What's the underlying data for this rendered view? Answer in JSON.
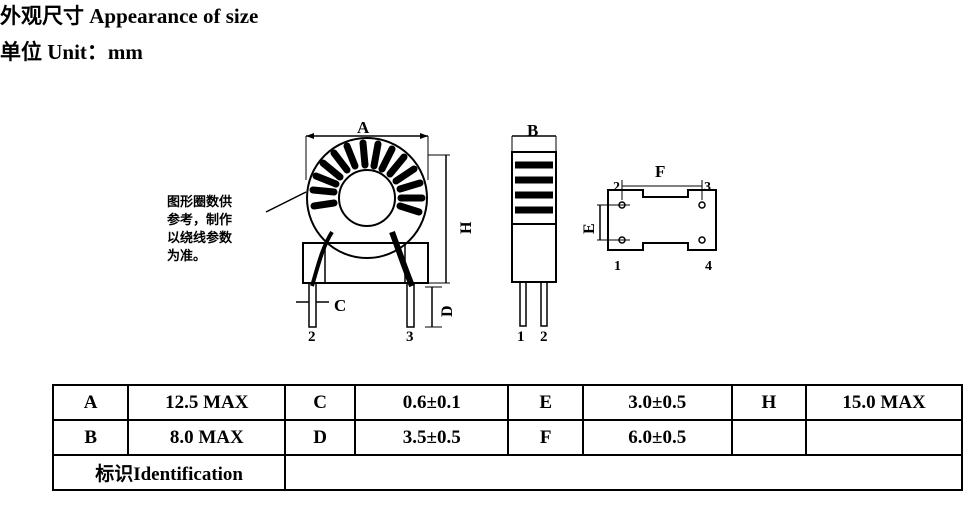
{
  "header": {
    "title": "外观尺寸 Appearance of size",
    "unit": "单位 Unit：mm"
  },
  "drawing": {
    "note_lines": [
      "图形圈数供",
      "参考，制作",
      "以绕线参数",
      "为准。"
    ],
    "dim_labels": {
      "A": "A",
      "B": "B",
      "C": "C",
      "D": "D",
      "E": "E",
      "F": "F",
      "H": "H"
    },
    "pins_front": [
      "2",
      "3"
    ],
    "pins_side": [
      "1",
      "2"
    ],
    "pins_bottom": [
      "2",
      "3",
      "1",
      "4"
    ]
  },
  "spec_table": {
    "row1": [
      "A",
      "12.5 MAX",
      "C",
      "0.6±0.1",
      "E",
      "3.0±0.5",
      "H",
      "15.0 MAX"
    ],
    "row2": [
      "B",
      "8.0 MAX",
      "D",
      "3.5±0.5",
      "F",
      "6.0±0.5",
      "",
      ""
    ],
    "identification_label": "标识Identification",
    "identification_value": ""
  }
}
